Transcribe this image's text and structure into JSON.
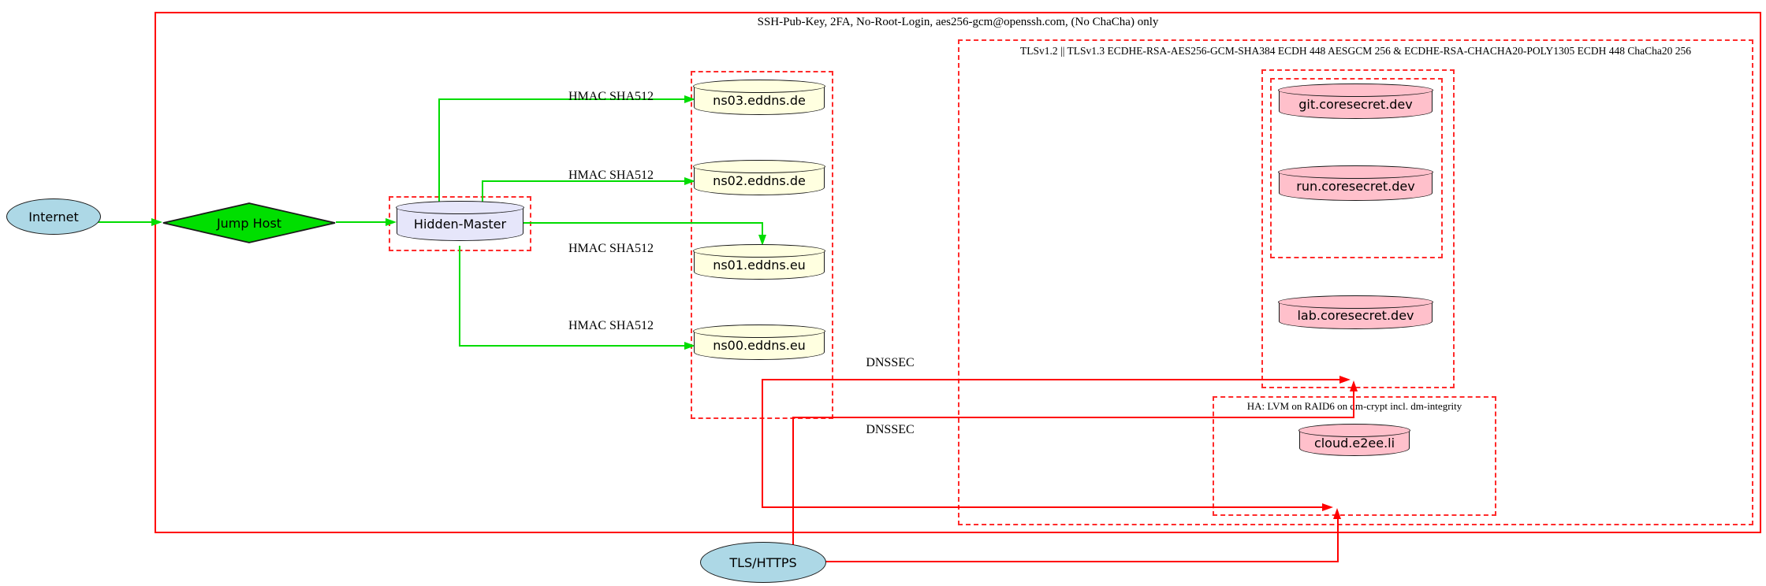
{
  "clusters": {
    "ssh": {
      "label": "SSH-Pub-Key, 2FA, No-Root-Login, aes256-gcm@openssh.com, (No ChaCha) only"
    },
    "tls": {
      "label": "TLSv1.2 || TLSv1.3 ECDHE-RSA-AES256-GCM-SHA384 ECDH 448 AESGCM 256 & ECDHE-RSA-CHACHA20-POLY1305 ECDH 448 ChaCha20 256"
    },
    "ha": {
      "label": "HA: LVM on RAID6 on dm-crypt incl. dm-integrity"
    }
  },
  "nodes": {
    "internet": {
      "label": "Internet",
      "fill": "#ADD8E6"
    },
    "jump_host": {
      "label": "Jump Host",
      "fill": "#00DF00"
    },
    "hidden_master": {
      "label": "Hidden-Master",
      "fill": "#E6E6FA"
    },
    "ns03": {
      "label": "ns03.eddns.de",
      "fill": "#FFFFE0"
    },
    "ns02": {
      "label": "ns02.eddns.de",
      "fill": "#FFFFE0"
    },
    "ns01": {
      "label": "ns01.eddns.eu",
      "fill": "#FFFFE0"
    },
    "ns00": {
      "label": "ns00.eddns.eu",
      "fill": "#FFFFE0"
    },
    "git": {
      "label": "git.coresecret.dev",
      "fill": "#FFC0CB"
    },
    "run": {
      "label": "run.coresecret.dev",
      "fill": "#FFC0CB"
    },
    "lab": {
      "label": "lab.coresecret.dev",
      "fill": "#FFC0CB"
    },
    "cloud": {
      "label": "cloud.e2ee.li",
      "fill": "#FFC0CB"
    },
    "tls_https": {
      "label": "TLS/HTTPS",
      "fill": "#ADD8E6"
    }
  },
  "edge_labels": {
    "hmac": [
      "HMAC SHA512",
      "HMAC SHA512",
      "HMAC SHA512",
      "HMAC SHA512"
    ],
    "dnssec": [
      "DNSSEC",
      "DNSSEC"
    ]
  },
  "colors": {
    "edge_green": "#00DC00",
    "edge_red": "#FF0000",
    "cluster_border_solid": "#FF0000",
    "cluster_border_dashed": "#FF2B2B",
    "node_border": "#1A1A1A"
  }
}
